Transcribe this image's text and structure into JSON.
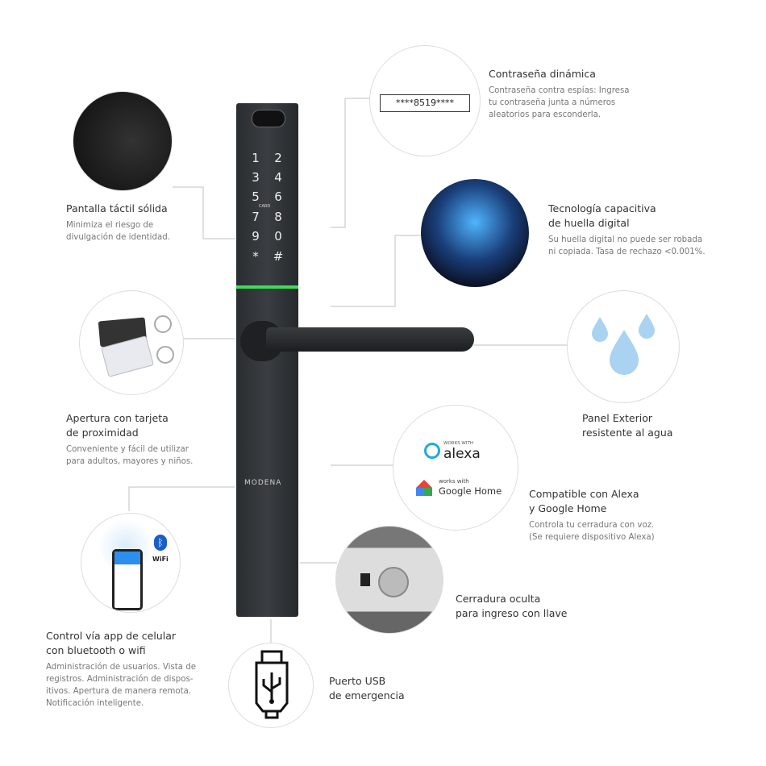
{
  "features": {
    "touch": {
      "title": "Pantalla táctil sólida",
      "desc": [
        "Minimiza el riesgo de",
        "divulgación de identidad."
      ]
    },
    "password": {
      "title": "Contraseña dinámica",
      "desc": [
        "Contraseña contra espías: Ingresa",
        "tu contraseña junta a  números",
        "aleatorios para esconderla."
      ],
      "example": "****8519****"
    },
    "fingerprint": {
      "title": [
        "Tecnología capacitiva",
        "de huella digital"
      ],
      "desc": [
        "Su huella digital no puede ser robada",
        "ni copiada. Tasa de rechazo <0.001%."
      ]
    },
    "card": {
      "title": [
        "Apertura con tarjeta",
        "de proximidad"
      ],
      "desc": [
        "Conveniente y fácil de utilizar",
        "para adultos, mayores y niños."
      ]
    },
    "water": {
      "title": [
        "Panel Exterior",
        "resistente al agua"
      ]
    },
    "smart": {
      "title": [
        "Compatible con Alexa",
        "y Google Home"
      ],
      "desc": [
        "Controla tu cerradura con voz.",
        "(Se requiere dispositivo Alexa)"
      ],
      "alexa_small": "WORKS WITH",
      "alexa": "alexa",
      "google_small": "works with",
      "google": "Google Home"
    },
    "app": {
      "title": [
        "Control vía app de celular",
        "con bluetooth o wifi"
      ],
      "desc": [
        "Administración de usuarios. Vista de",
        "registros. Administración de dispos-",
        "itivos. Apertura de manera remota.",
        "Notificación inteligente."
      ],
      "wifi": "WiFi"
    },
    "key": {
      "title": [
        "Cerradura oculta",
        "para ingreso con llave"
      ]
    },
    "usb": {
      "title": [
        "Puerto USB",
        "de emergencia"
      ]
    }
  },
  "lock": {
    "brand": "MODENA",
    "keys": [
      "1",
      "2",
      "3",
      "4",
      "5",
      "6",
      "7",
      "8",
      "9",
      "0",
      "*",
      "#"
    ],
    "card_label": "CARD",
    "accent": "#3ddc5a"
  }
}
